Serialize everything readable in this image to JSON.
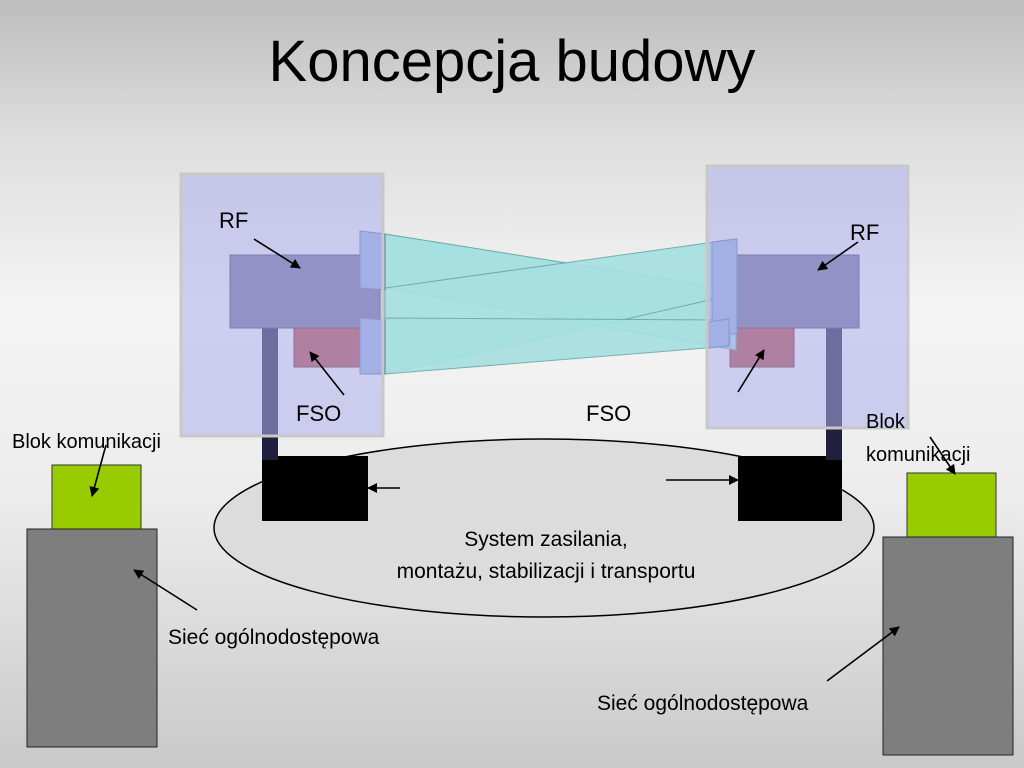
{
  "title": "Koncepcja budowy",
  "labels": {
    "rf_left": "RF",
    "rf_right": "RF",
    "fso_left": "FSO",
    "fso_center": "FSO",
    "blok_left": "Blok komunikacji",
    "blok_right_line1": "Blok",
    "blok_right_line2": "komunikacji",
    "system_line1": "System zasilania,",
    "system_line2": "montażu, stabilizacji i transportu",
    "siec_left": "Sieć ogólnodostępowa",
    "siec_right": "Sieć ogólnodostępowa"
  },
  "colors": {
    "unit_overlay": "#aeaeec",
    "rf_block": "#6f6f98",
    "fso_block": "#b04848",
    "beam": "#a6e0e0",
    "lens": "#94b2de",
    "mast": "#20203e",
    "base": "#000000",
    "green_block": "#99cc00",
    "gray_block": "#7e7e7e",
    "ellipse": "#dcdcdc"
  }
}
